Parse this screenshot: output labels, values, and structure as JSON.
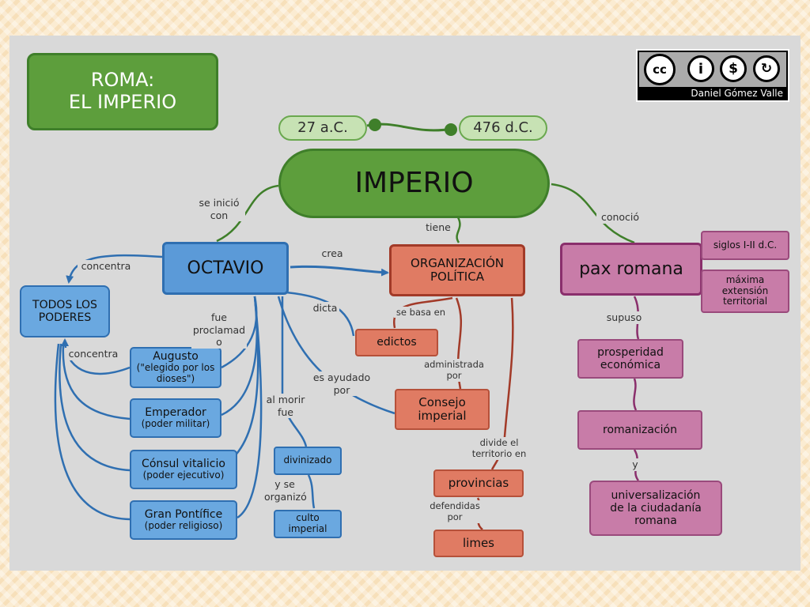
{
  "title_box": "ROMA:\nEL IMPERIO",
  "license": {
    "author": "Daniel Gómez Valle"
  },
  "timeline": {
    "start": "27 a.C.",
    "end": "476 d.C."
  },
  "nodes": {
    "imperio": "IMPERIO",
    "octavio": "OCTAVIO",
    "organizacion": "ORGANIZACIÓN\nPOLÍTICA",
    "pax": "pax romana",
    "todos": "TODOS LOS\nPODERES",
    "augusto": "Augusto",
    "augusto_sub": "(\"elegido por los\ndioses\")",
    "emperador": "Emperador",
    "emperador_sub": "(poder militar)",
    "consul": "Cónsul vitalicio",
    "consul_sub": "(poder ejecutivo)",
    "pontifice": "Gran Pontífice",
    "pontifice_sub": "(poder religioso)",
    "divinizado": "divinizado",
    "culto": "culto\nimperial",
    "edictos": "edictos",
    "consejo": "Consejo\nimperial",
    "provincias": "provincias",
    "limes": "limes",
    "siglos": "siglos I-II d.C.",
    "maxima": "máxima\nextensión\nterritorial",
    "prosperidad": "prosperidad\neconómica",
    "romanizacion": "romanización",
    "universalizacion": "universalización\nde la ciudadanía\nromana"
  },
  "links": {
    "se_inicio_con": "se inició\ncon",
    "tiene": "tiene",
    "conocio": "conoció",
    "crea": "crea",
    "concentra1": "concentra",
    "concentra2": "concentra",
    "fue_proclamado": "fue\nproclamad\no",
    "dicta": "dicta",
    "es_ayudado_por": "es ayudado\npor",
    "al_morir_fue": "al morir\nfue",
    "y_se_organizo": "y se\norganizó",
    "se_basa_en": "se basa en",
    "administrada_por": "administrada\npor",
    "divide_el_territorio_en": "divide el\nterritorio en",
    "defendidas_por": "defendidas\npor",
    "supuso": "supuso",
    "y": "y"
  },
  "colors": {
    "green_link": "#3f7f2a",
    "blue_link": "#2f6fb1",
    "red_link": "#a23a28",
    "purple_link": "#8a2f6c"
  }
}
